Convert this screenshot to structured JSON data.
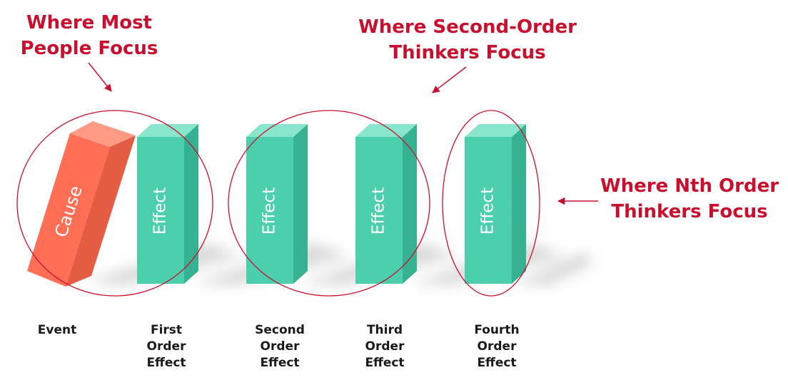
{
  "callouts": {
    "most_people": [
      "Where Most",
      "People Focus"
    ],
    "second_order": [
      "Where Second-Order",
      "Thinkers Focus"
    ],
    "nth_order": [
      "Where Nth Order",
      "Thinkers Focus"
    ]
  },
  "blocks": {
    "cause": "Cause",
    "effect_1": "Effect",
    "effect_2": "Effect",
    "effect_3": "Effect",
    "effect_4": "Effect"
  },
  "captions": {
    "event": [
      "Event"
    ],
    "first": [
      "First",
      "Order",
      "Effect"
    ],
    "second": [
      "Second",
      "Order",
      "Effect"
    ],
    "third": [
      "Third",
      "Order",
      "Effect"
    ],
    "fourth": [
      "Fourth",
      "Order",
      "Effect"
    ]
  },
  "colors": {
    "accent": "#c8102e",
    "cause_front": "#ff6f55",
    "effect_front": "#4ccfad"
  }
}
